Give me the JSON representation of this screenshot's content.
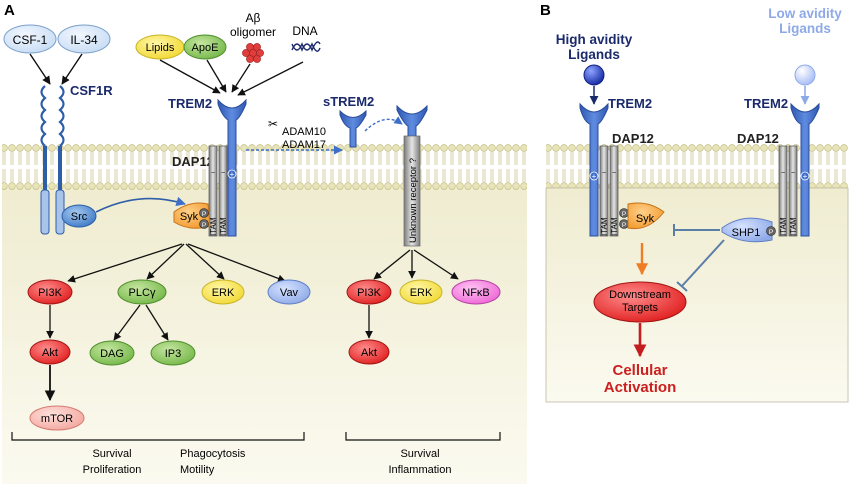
{
  "panels": {
    "a": {
      "letter": "A",
      "csf_ligands": [
        "CSF-1",
        "IL-34"
      ],
      "csf1r": "CSF1R",
      "src": "Src",
      "trem2_ligands": {
        "lipids": "Lipids",
        "apoe": "ApoE",
        "abeta_line1": "Aβ",
        "abeta_line2": "oligomer",
        "dna": "DNA"
      },
      "trem2": "TREM2",
      "dap12": "DAP12",
      "itam": "ITAM",
      "syk": "Syk",
      "phospho": "P",
      "plus": "+",
      "minus": "−",
      "adam10": "ADAM10",
      "adam17": "ADAM17",
      "strem2": "sTREM2",
      "unknown_receptor": "Unknown receptor ?",
      "left_effectors": [
        "PI3K",
        "PLCγ",
        "ERK",
        "Vav"
      ],
      "left_downstream": {
        "akt": "Akt",
        "mtor": "mTOR",
        "dag": "DAG",
        "ip3": "IP3"
      },
      "right_effectors": [
        "PI3K",
        "ERK",
        "NFκB"
      ],
      "right_downstream": {
        "akt": "Akt"
      },
      "outcomes": {
        "left_col1": [
          "Survival",
          "Proliferation"
        ],
        "left_col2": [
          "Phagocytosis",
          "Motility"
        ],
        "right": [
          "Survival",
          "Inflammation"
        ]
      }
    },
    "b": {
      "letter": "B",
      "high_ligands": [
        "High avidity",
        "Ligands"
      ],
      "low_ligands": [
        "Low avidity",
        "Ligands"
      ],
      "trem2": "TREM2",
      "dap12": "DAP12",
      "itam": "ITAM",
      "syk": "Syk",
      "shp1": "SHP1",
      "phospho": "P",
      "plus": "+",
      "minus": "−",
      "downstream": [
        "Downstream",
        "Targets"
      ],
      "activation": [
        "Cellular",
        "Activation"
      ]
    }
  },
  "colors": {
    "cytoplasm": "#f8f7e6",
    "membrane_head": "#e8e4b5",
    "receptor_blue": "#3d6ec9",
    "dark_navy": "#1a2a6c",
    "red_text": "#cc1f1f",
    "arrow_orange": "#f07d26",
    "light_blue": "#8ea9e8"
  }
}
